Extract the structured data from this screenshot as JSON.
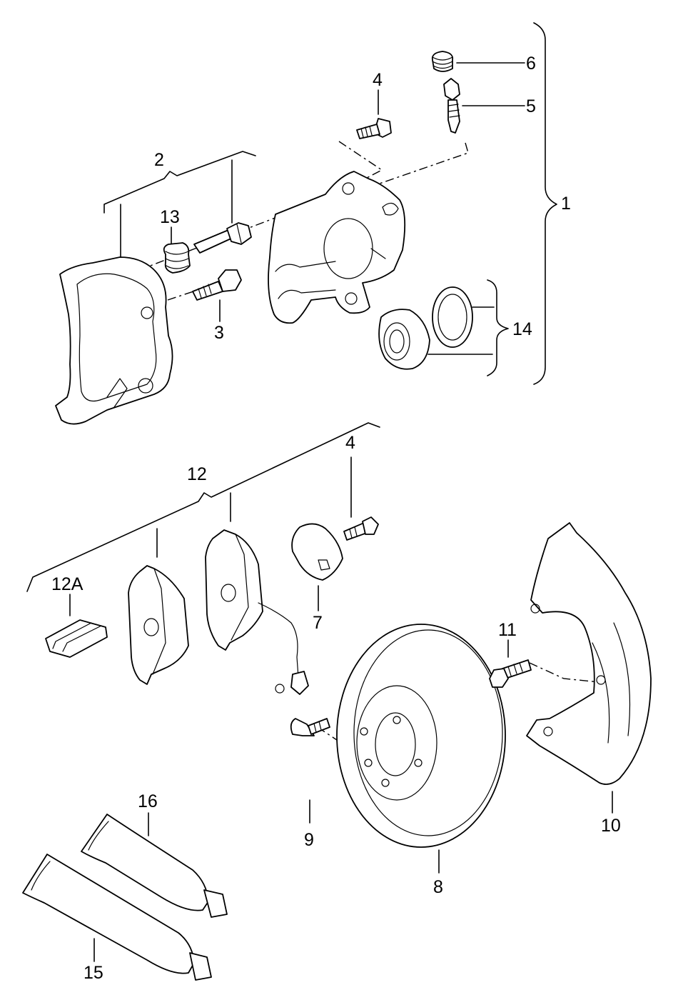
{
  "callouts": {
    "c1": "1",
    "c2": "2",
    "c3": "3",
    "c4a": "4",
    "c4b": "4",
    "c5": "5",
    "c6": "6",
    "c7": "7",
    "c8": "8",
    "c9": "9",
    "c10": "10",
    "c11": "11",
    "c12": "12",
    "c12a": "12A",
    "c13": "13",
    "c14": "14",
    "c15": "15",
    "c16": "16"
  }
}
